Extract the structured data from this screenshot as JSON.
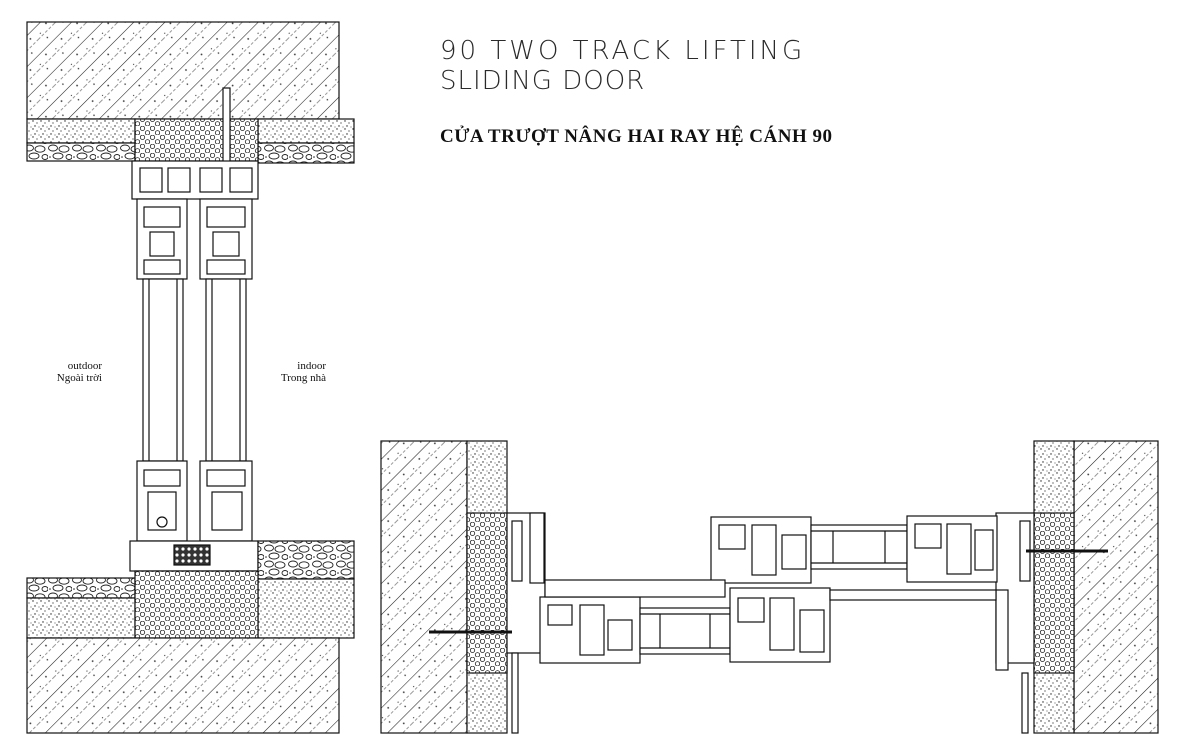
{
  "title": {
    "en_line1": "90 TWO TRACK LIFTING",
    "en_line2": "SLIDING DOOR",
    "vi": "CỬA TRƯỢT NÂNG HAI RAY HỆ CÁNH 90"
  },
  "labels": {
    "outdoor_en": "outdoor",
    "outdoor_vi": "Ngoài trời",
    "indoor_en": "indoor",
    "indoor_vi": "Trong nhà"
  }
}
